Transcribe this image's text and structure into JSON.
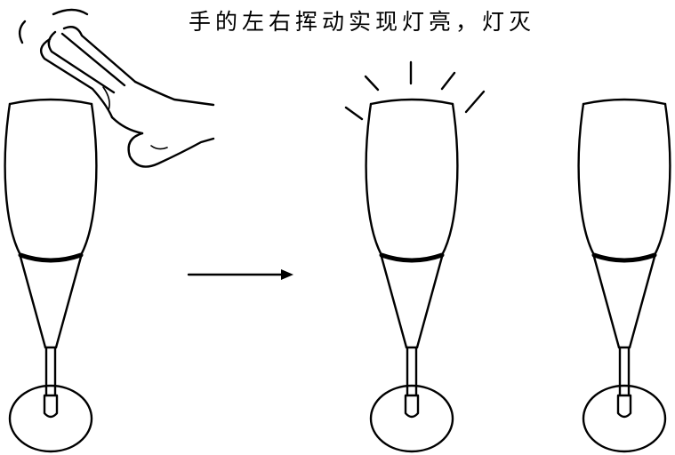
{
  "caption": "手的左右挥动实现灯亮，灯灭",
  "states": [
    "hand-wave",
    "light-on",
    "light-off"
  ],
  "icons": [
    "hand-icon",
    "arrow-icon",
    "light-rays-icon",
    "lamp-icon"
  ]
}
